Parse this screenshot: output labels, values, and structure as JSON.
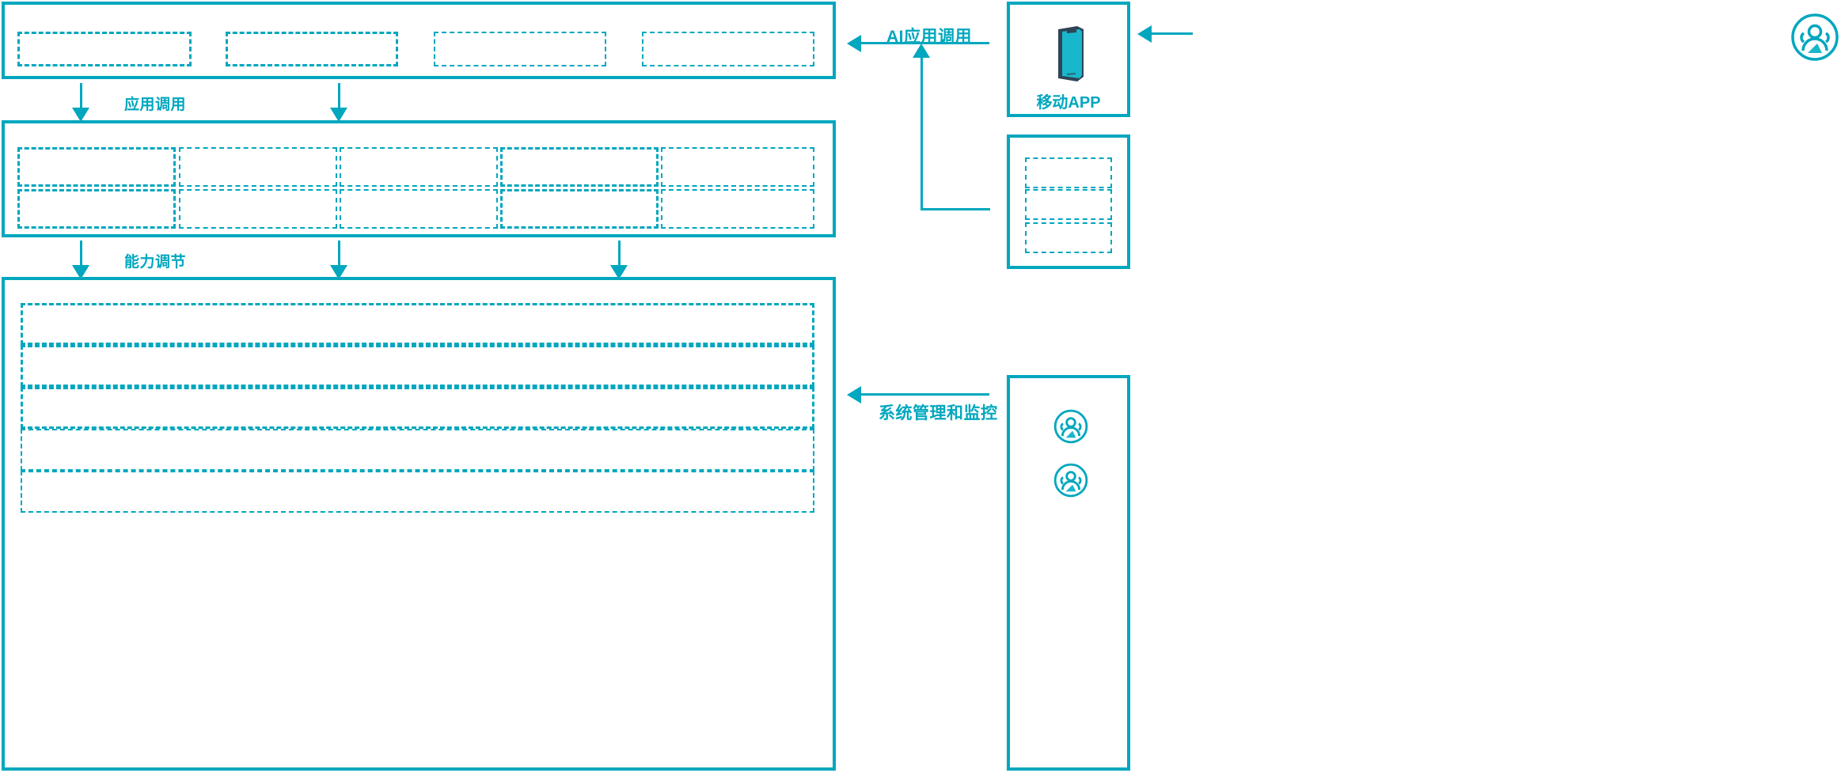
{
  "diagram": {
    "accent_color": "#00A7BE",
    "phone_dark_color": "#2F4456",
    "background": "#ffffff"
  },
  "flow_labels": {
    "app_call": "应用调用",
    "capability_adjust": "能力调节",
    "ai_app_call": "AI应用调用",
    "system_mgmt_monitor": "系统管理和监控"
  },
  "left_column": {
    "application_layer": {
      "name": "application-layer-panel",
      "slots": [
        "",
        "",
        "",
        ""
      ]
    },
    "capability_layer": {
      "name": "capability-layer-panel",
      "row1": [
        "",
        "",
        "",
        "",
        ""
      ],
      "row2": [
        "",
        "",
        "",
        "",
        ""
      ]
    },
    "platform_layer": {
      "name": "platform-layer-panel",
      "rows": [
        "",
        "",
        "",
        "",
        ""
      ]
    }
  },
  "right_column": {
    "mobile_app_card": {
      "caption": "移动APP",
      "icon": "mobile-phone-icon"
    },
    "channel_card": {
      "slots": [
        "",
        "",
        ""
      ]
    },
    "ops_card": {
      "icons": [
        "users-group-icon",
        "users-group-icon"
      ]
    },
    "external_user": {
      "icon": "users-group-icon"
    }
  }
}
